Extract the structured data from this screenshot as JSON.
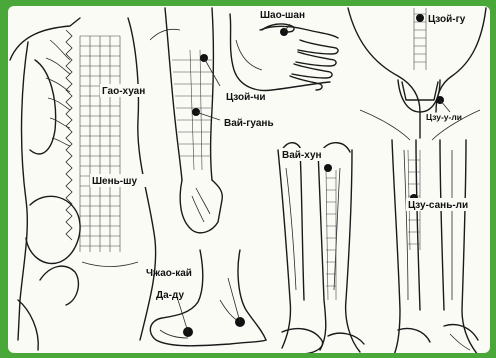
{
  "points": {
    "gao_huan": "Гао-хуан",
    "shen_shu": "Шень-шу",
    "shao_shan": "Шао-шан",
    "tsoy_gu": "Цзой-гу",
    "tsoy_chi": "Цзой-чи",
    "vay_guan": "Вай-гуань",
    "tszu_u_li": "Цзу-у-ли",
    "vay_khun": "Вай-хун",
    "tszu_san_li": "Цзу-сань-ли",
    "chzhao_kay": "Чжао-кай",
    "da_du": "Да-ду"
  },
  "colors": {
    "frame": "#4aa83a",
    "paper": "#fbfbf6",
    "ink": "#1a1a1a"
  }
}
